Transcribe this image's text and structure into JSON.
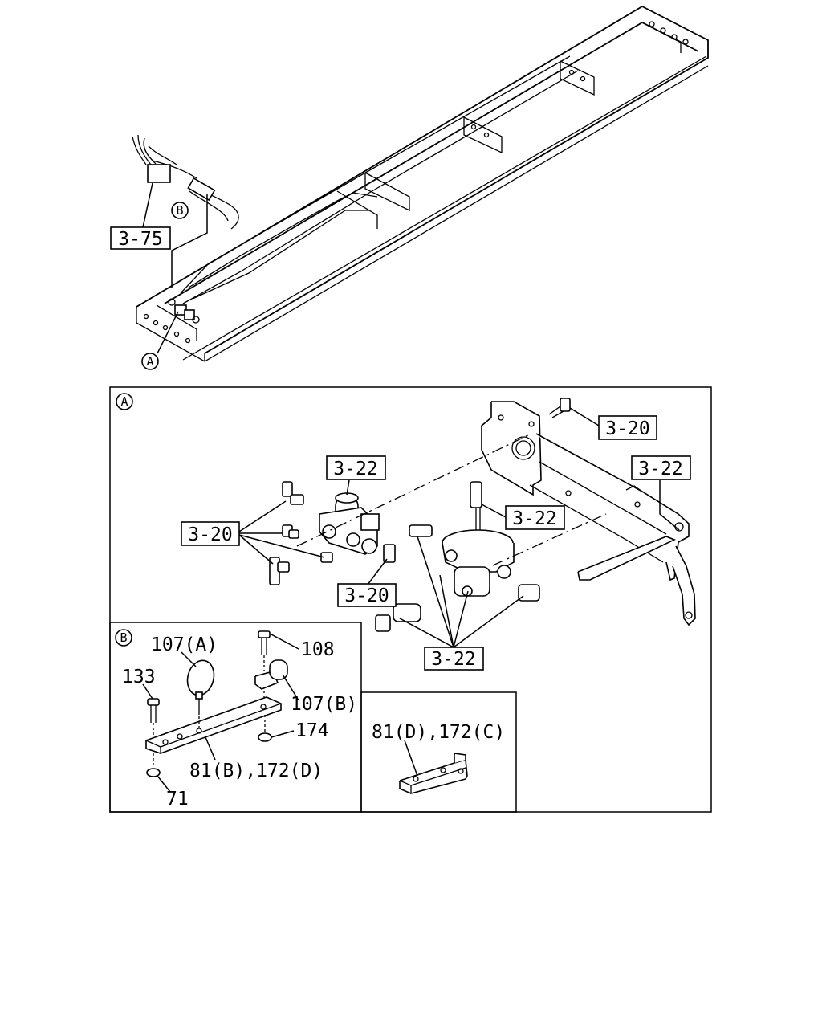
{
  "overview": {
    "callout_main": "3-75",
    "marker_a": "A",
    "marker_b": "B"
  },
  "detail_a": {
    "marker": "A",
    "callouts": {
      "top_right_320": "3-20",
      "right_322": "3-22",
      "valve_top_322": "3-22",
      "pipe_322": "3-22",
      "left_320": "3-20",
      "lower_320": "3-20",
      "bottom_322": "3-22"
    }
  },
  "detail_b": {
    "marker": "B",
    "labels": {
      "p107a": "107(A)",
      "p108": "108",
      "p133": "133",
      "p107b": "107(B)",
      "p174": "174",
      "p81b": "81(B),172(D)",
      "p71": "71"
    }
  },
  "detail_c": {
    "label": "81(D),172(C)"
  }
}
